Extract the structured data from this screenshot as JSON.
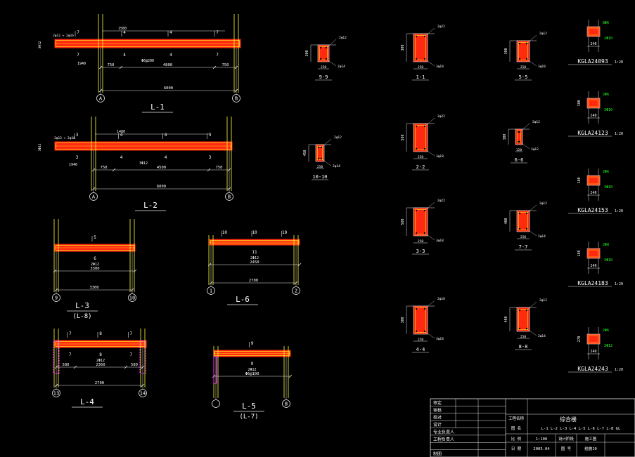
{
  "colors": {
    "background": "#000000",
    "beam_fill": "#ff2a10",
    "beam_inner": "#ffd21a",
    "dim_line": "#e8e8e8",
    "label": "#ffffff",
    "green": "#22ff22",
    "cyan": "#22e0e0",
    "yellow": "#ffff33",
    "magenta": "#ff33ff",
    "table_line": "#e8e8e8"
  },
  "beams": [
    {
      "title": "L-1",
      "grid_left": "A",
      "grid_right": "B",
      "dims_bottom": [
        "750",
        "4800",
        "750"
      ],
      "total": "6000",
      "top_dim": "1580",
      "left_note": "2φ12 + 2φ16",
      "marks": [
        "7",
        "4",
        "4",
        "7"
      ],
      "lower_marks": [
        "7",
        "4",
        "4",
        "7"
      ],
      "span_label": "Φ6@200",
      "left_dim": "3Φ12",
      "left_size": "1940"
    },
    {
      "title": "L-2",
      "grid_left": "A",
      "grid_right": "B",
      "dims_bottom": [
        "750",
        "4500",
        "750"
      ],
      "total": "6000",
      "top_dim": "1480",
      "left_note": "2φ12 + 2φ16",
      "marks": [
        "3",
        "4",
        "4",
        "3"
      ],
      "lower_marks": [
        "3",
        "4",
        "4",
        "3"
      ],
      "span_label": "3Φ12",
      "left_dim": "3Φ12",
      "left_size": "1940"
    },
    {
      "title": "L-3",
      "subtitle": "(L-8)",
      "grid_left": "9",
      "grid_right": "10",
      "dims_bottom": [
        "3300"
      ],
      "total": "3300",
      "marks": [
        "5"
      ],
      "lower_marks": [
        "6"
      ],
      "span_label": "2Φ12"
    },
    {
      "title": "L-6",
      "grid_left": "1",
      "grid_right": "2",
      "dims_bottom": [
        "2450"
      ],
      "total": "2700",
      "marks": [
        "10",
        "10",
        "10"
      ],
      "lower_marks": [
        "11"
      ],
      "span_label": "2Φ12"
    },
    {
      "title": "L-4",
      "grid_left": "13",
      "grid_right": "14",
      "dims_bottom": [
        "580",
        "2360",
        "580"
      ],
      "total": "2700",
      "marks": [
        "7",
        "8",
        "7"
      ],
      "lower_marks": [
        "7",
        "8",
        "7"
      ],
      "span_label": "2Φ12"
    },
    {
      "title": "L-5",
      "subtitle": "(L-7)",
      "grid_left": "",
      "grid_right": "B",
      "dims_bottom": [
        "Φ6@100"
      ],
      "total": "",
      "marks": [
        "9"
      ],
      "lower_marks": [
        "9"
      ],
      "span_label": "2Φ12"
    }
  ],
  "sections": [
    {
      "label": "9-9",
      "height": "300",
      "width": "250",
      "top": "2φ12",
      "bottom": "2φ14"
    },
    {
      "label": "10-10",
      "height": "450",
      "width": "250",
      "top": "2φ12",
      "bottom": "2φ14"
    },
    {
      "label": "1-1",
      "height": "300",
      "width": "250",
      "top": "2φ22",
      "bottom": "3φ18"
    },
    {
      "label": "2-2",
      "height": "580",
      "width": "250",
      "top": "2φ22",
      "bottom": "3φ18"
    },
    {
      "label": "3-3",
      "height": "580",
      "width": "250",
      "top": "2φ22",
      "bottom": "3φ18"
    },
    {
      "label": "4-4",
      "height": "300",
      "width": "250",
      "top": "2φ18",
      "bottom": "3φ18"
    },
    {
      "label": "5-5",
      "height": "300",
      "width": "250",
      "top": "2φ12",
      "bottom": "3φ18"
    },
    {
      "label": "6-6",
      "height": "300",
      "width": "120",
      "top": "2φ12",
      "bottom": "2φ12"
    },
    {
      "label": "7-7",
      "height": "400",
      "width": "250",
      "top": "2φ12",
      "bottom": "2φ14"
    },
    {
      "label": "8-8",
      "height": "400",
      "width": "250",
      "top": "2φ12",
      "bottom": "2φ14"
    }
  ],
  "lintels": [
    {
      "label": "KGLA24093",
      "scale": "1:20",
      "top": "8Φ6",
      "bottom": "2Φ10",
      "width": "240",
      "height": ""
    },
    {
      "label": "KGLA24123",
      "scale": "1:20",
      "top": "2Φ6",
      "bottom": "3Φ10",
      "width": "240",
      "height": "180"
    },
    {
      "label": "KGLA24153",
      "scale": "1:20",
      "top": "2Φ6",
      "bottom": "3Φ10",
      "width": "240",
      "height": "180"
    },
    {
      "label": "KGLA24183",
      "scale": "1:20",
      "top": "2Φ8",
      "bottom": "3Φ10",
      "width": "240",
      "height": "180"
    },
    {
      "label": "KGLA24243",
      "scale": "1:20",
      "top": "2Φ6",
      "bottom": "2Φ12",
      "width": "240",
      "height": "270"
    }
  ],
  "title_block": {
    "rows_left": [
      "审定",
      "审核",
      "校对",
      "设计",
      "专业负责人",
      "工程负责人",
      "",
      "制图"
    ],
    "project_label": "工程名称",
    "project_name": "综合楼",
    "drawing_label": "图 名",
    "drawing_name": "L-1 L-2 L-3 L-4 L-5  L-6 L-7 L-8  GL",
    "scale_label": "比 例",
    "scale": "1:100",
    "stage_label": "设计阶段",
    "stage": "施工图",
    "date_label": "日 期",
    "date": "2005.04",
    "sheet_label": "图 号",
    "sheet": "结施10"
  }
}
